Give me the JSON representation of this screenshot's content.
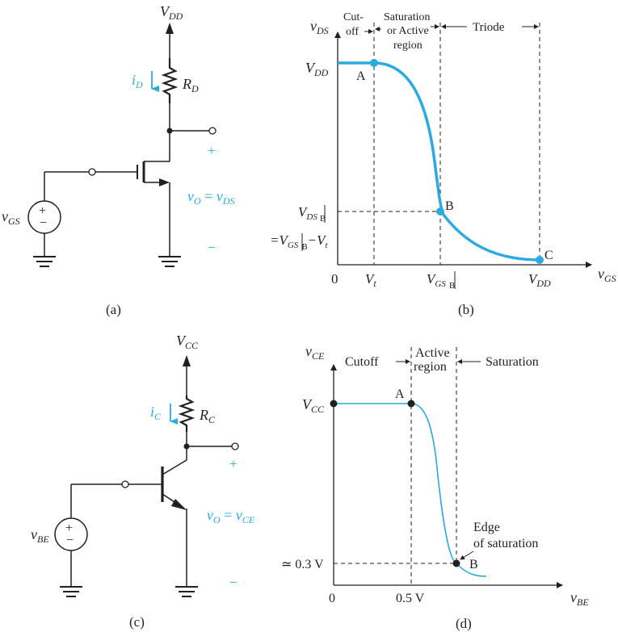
{
  "colors": {
    "ink": "#231f20",
    "accent": "#29abe2"
  },
  "panel_a": {
    "supply": "V",
    "supply_sub": "DD",
    "current": "i",
    "current_sub": "D",
    "resistor": "R",
    "resistor_sub": "D",
    "source": "v",
    "source_sub": "GS",
    "plus": "+",
    "minus": "−",
    "out_plus": "+",
    "out_minus": "−",
    "out_v": "v",
    "out_v_sub": "O",
    "out_eq": " = ",
    "out_ds": "v",
    "out_ds_sub": "DS",
    "caption": "(a)"
  },
  "panel_b": {
    "y_axis": "v",
    "y_axis_sub": "DS",
    "x_axis": "v",
    "x_axis_sub": "GS",
    "region_cutoff_1": "Cut-",
    "region_cutoff_2": "off",
    "region_sat_1": "Saturation",
    "region_sat_2": "or Active",
    "region_sat_3": "region",
    "region_triode": "Triode",
    "vdd_label": "V",
    "vdd_label_sub": "DD",
    "vdsb_label": "V",
    "vdsb_label_sub": "DS",
    "vdsb_label_b": "B",
    "eq_prefix": "=V",
    "eq_sub": "GS",
    "eq_b": "B",
    "eq_tail": "−V",
    "eq_tail_sub": "t",
    "origin": "0",
    "tick_vt": "V",
    "tick_vt_sub": "t",
    "tick_vgsb": "V",
    "tick_vgsb_sub": "GS",
    "tick_vgsb_b": "B",
    "tick_vdd": "V",
    "tick_vdd_sub": "DD",
    "point_a": "A",
    "point_b": "B",
    "point_c": "C",
    "caption": "(b)"
  },
  "panel_c": {
    "supply": "V",
    "supply_sub": "CC",
    "current": "i",
    "current_sub": "C",
    "resistor": "R",
    "resistor_sub": "C",
    "source": "v",
    "source_sub": "BE",
    "plus": "+",
    "minus": "−",
    "out_plus": "+",
    "out_minus": "−",
    "out_v": "v",
    "out_v_sub": "O",
    "out_eq": " = ",
    "out_ce": "v",
    "out_ce_sub": "CE",
    "caption": "(c)"
  },
  "panel_d": {
    "y_axis": "v",
    "y_axis_sub": "CE",
    "x_axis": "v",
    "x_axis_sub": "BE",
    "region_cutoff": "Cutoff",
    "region_active_1": "Active",
    "region_active_2": "region",
    "region_saturation": "Saturation",
    "vcc_label": "V",
    "vcc_label_sub": "CC",
    "sat_level": "≃ 0.3 V",
    "origin": "0",
    "tick_05": "0.5 V",
    "point_a": "A",
    "point_b": "B",
    "edge_1": "Edge",
    "edge_2": "of saturation",
    "caption": "(d)"
  }
}
